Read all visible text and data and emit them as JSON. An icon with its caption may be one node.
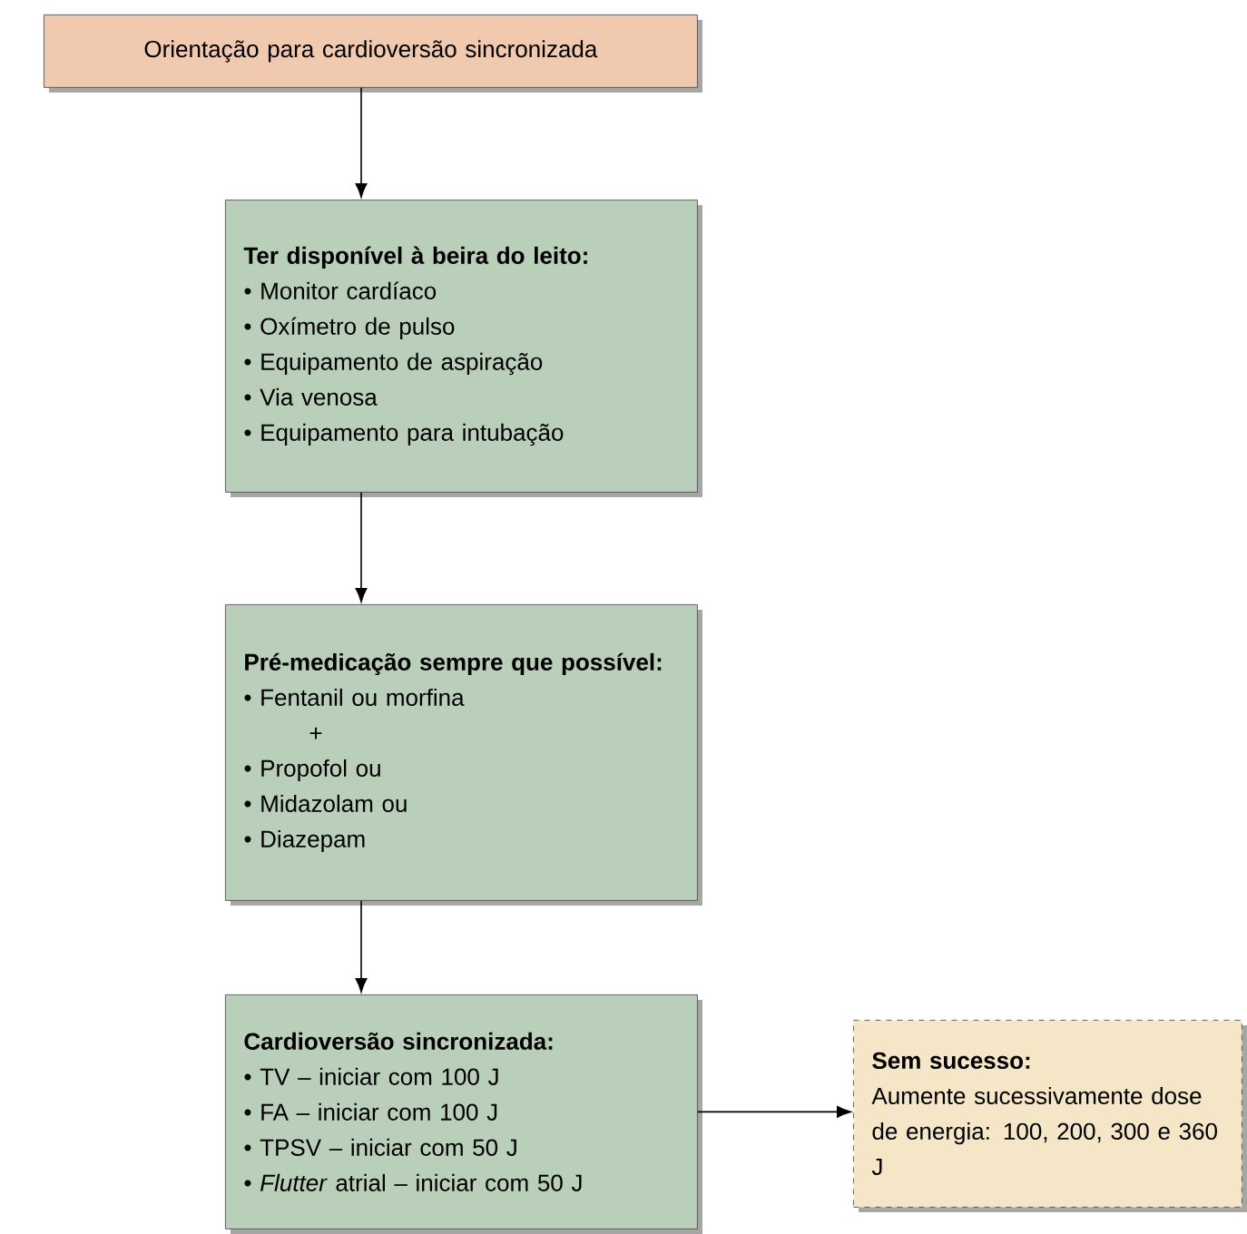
{
  "diagram": {
    "nodes": [
      {
        "text": [
          "Orientação para cardioversão sincronizada"
        ]
      },
      {
        "text": [
          "Ter disponível à beira do leito:",
          "• Monitor cardíaco",
          "• Oxímetro de pulso",
          "• Equipamento de aspiração",
          "• Via venosa",
          "• Equipamento para intubação"
        ]
      },
      {
        "text": [
          "Pré-medicação sempre que possível:",
          "• Fentanil ou morfina",
          "+",
          "• Propofol ou",
          "• Midazolam ou",
          "• Diazepam"
        ]
      },
      {
        "text": [
          "Cardioversão sincronizada:",
          "• TV – iniciar com 100 J",
          "• FA – iniciar com 100 J",
          "• TPSV – iniciar com 50 J",
          "• *Flutter* atrial – iniciar com 50 J"
        ]
      },
      {
        "text": [
          "Sem sucesso:",
          "Aumente sucessivamente dose de energia: 100, 200, 300 e 360 J"
        ]
      }
    ],
    "edges": [
      {
        "from": 0,
        "to": 1,
        "arrow": "to"
      },
      {
        "from": 1,
        "to": 2,
        "arrow": "to"
      },
      {
        "from": 2,
        "to": 3,
        "arrow": "to"
      },
      {
        "from": 3,
        "to": 4,
        "arrow": "to"
      }
    ]
  }
}
